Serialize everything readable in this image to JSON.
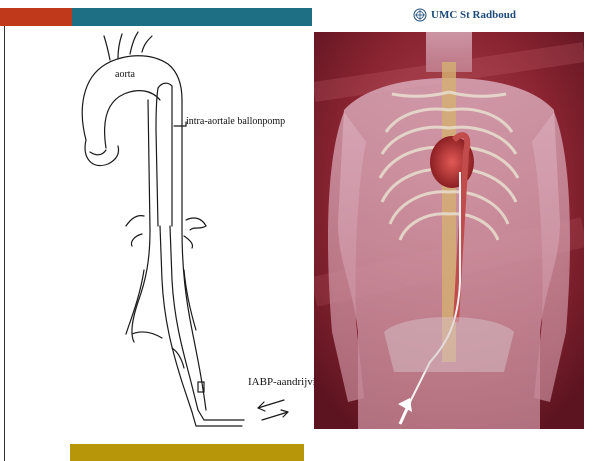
{
  "slide": {
    "logo": {
      "text": "UMC St Radboud",
      "emblem": "radboud-seal"
    },
    "diagram": {
      "labels": {
        "aorta": "aorta",
        "balloon": "intra-aortale ballonpomp",
        "iabp": "IABP-aandrijvi"
      }
    },
    "colors": {
      "bar_red": "#c0391b",
      "bar_teal": "#1f6f84",
      "bar_gold": "#b8960a",
      "logo_blue": "#1d4a7a"
    }
  }
}
